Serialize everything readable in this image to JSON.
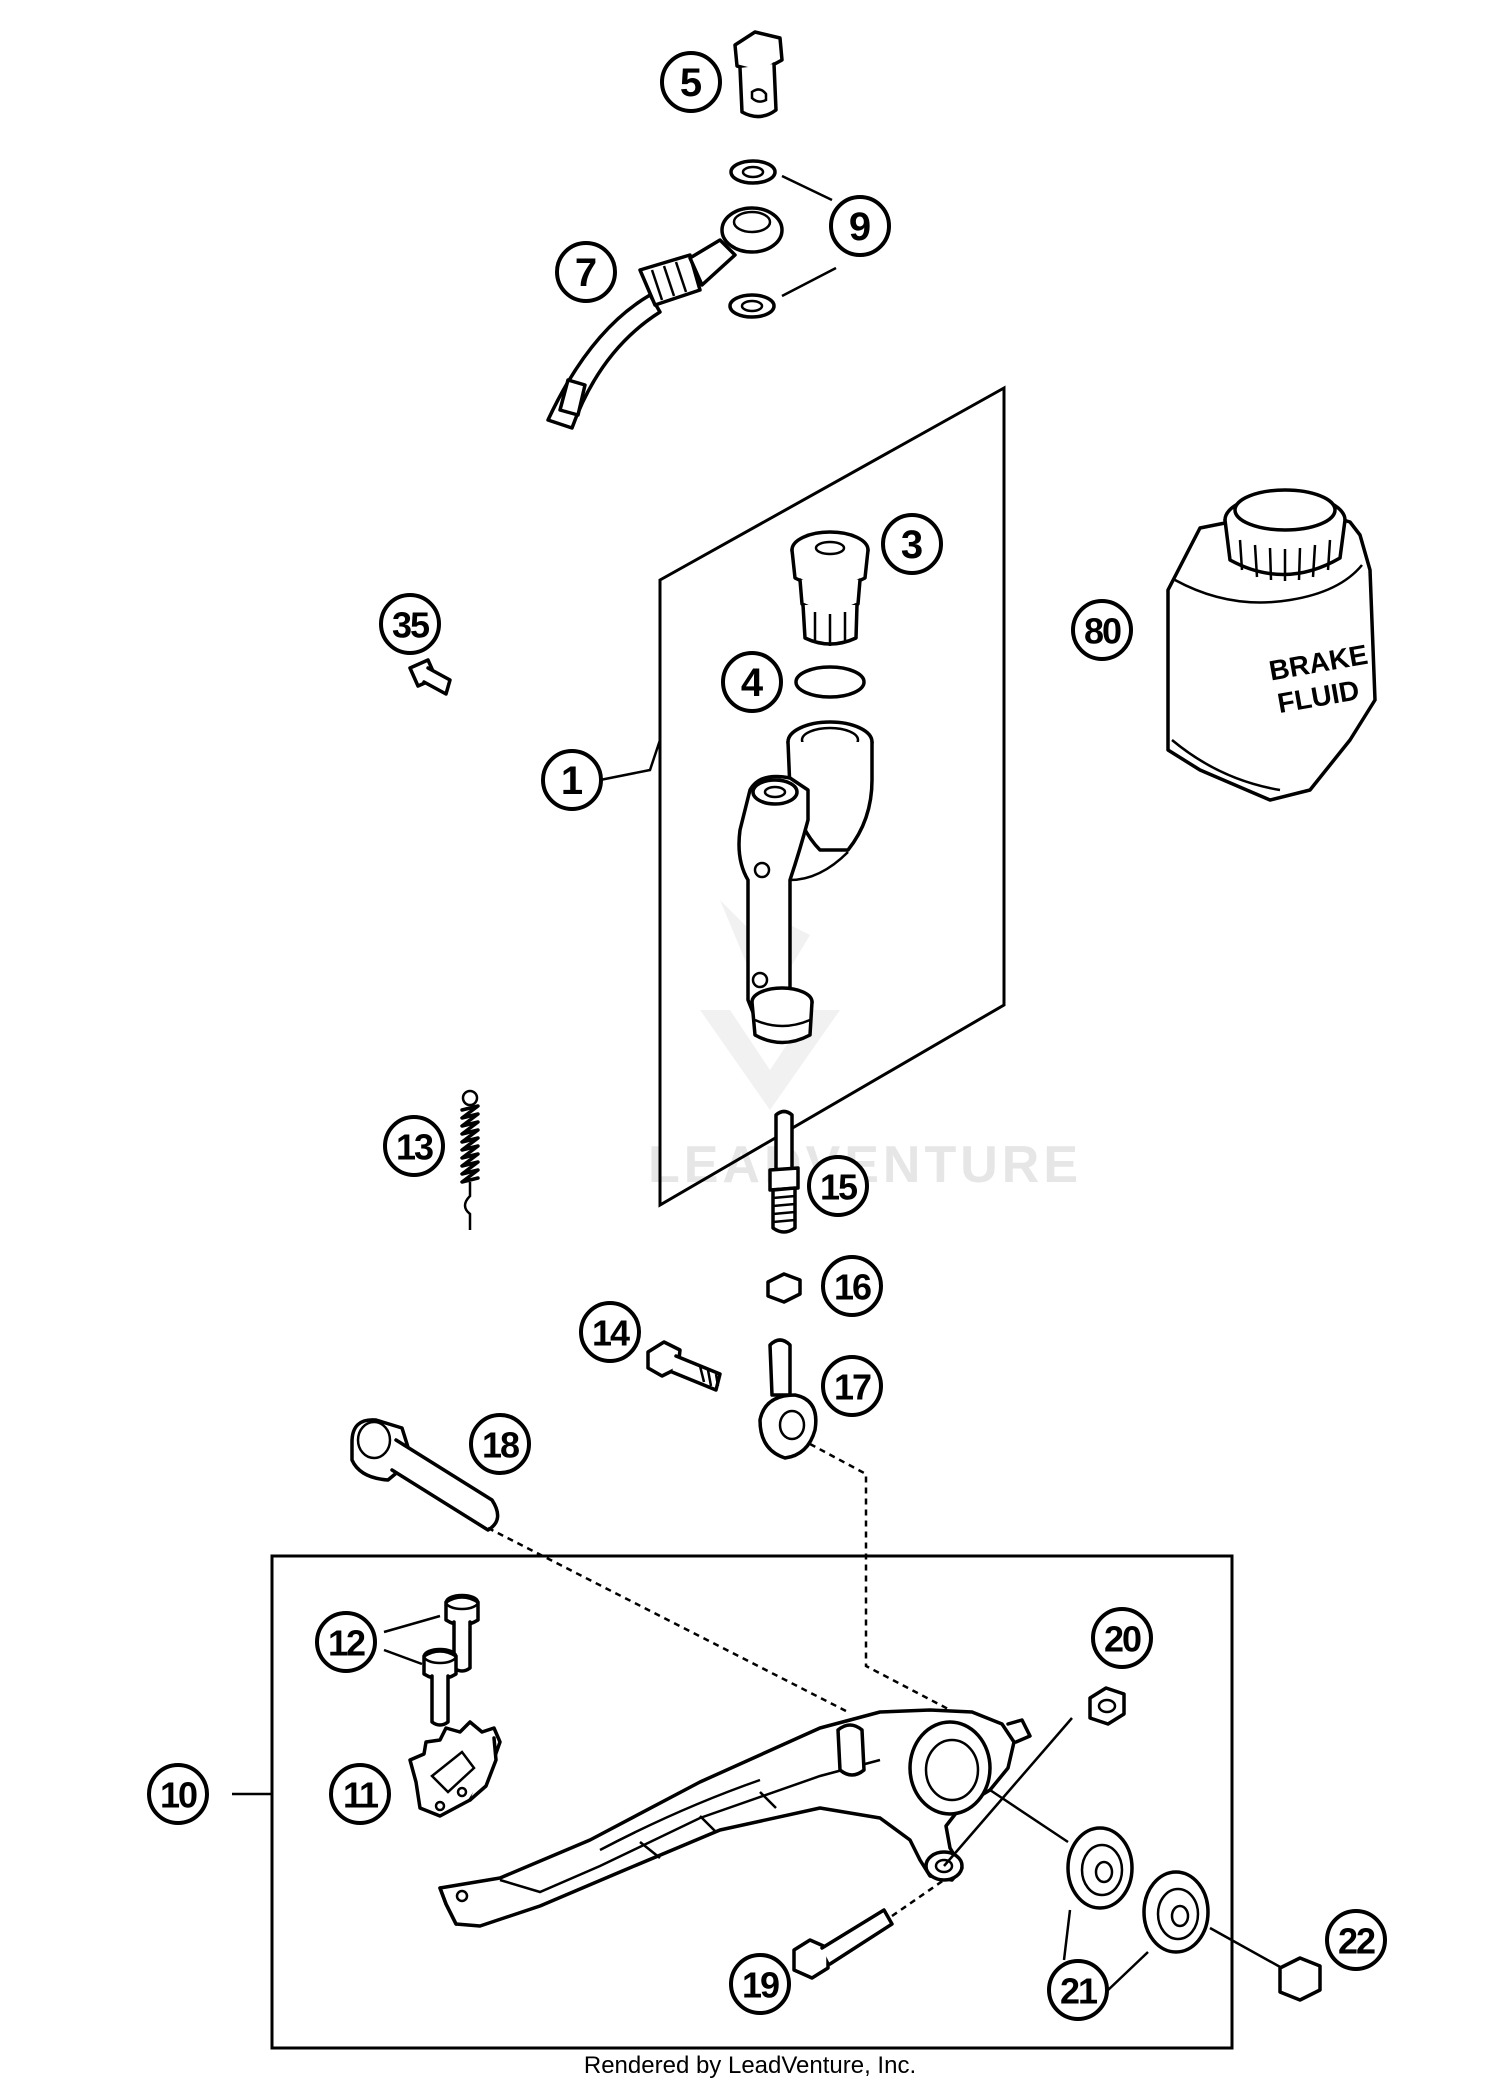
{
  "callouts": {
    "c1": "1",
    "c3": "3",
    "c4": "4",
    "c5": "5",
    "c7": "7",
    "c9": "9",
    "c10": "10",
    "c11": "11",
    "c12": "12",
    "c13": "13",
    "c14": "14",
    "c15": "15",
    "c16": "16",
    "c17": "17",
    "c18": "18",
    "c19": "19",
    "c20": "20",
    "c21": "21",
    "c22": "22",
    "c35": "35",
    "c80": "80"
  },
  "can_label": {
    "line1": "BRAKE",
    "line2": "FLUID"
  },
  "watermark": "LEADVENTURE",
  "footer": "Rendered by LeadVenture, Inc."
}
